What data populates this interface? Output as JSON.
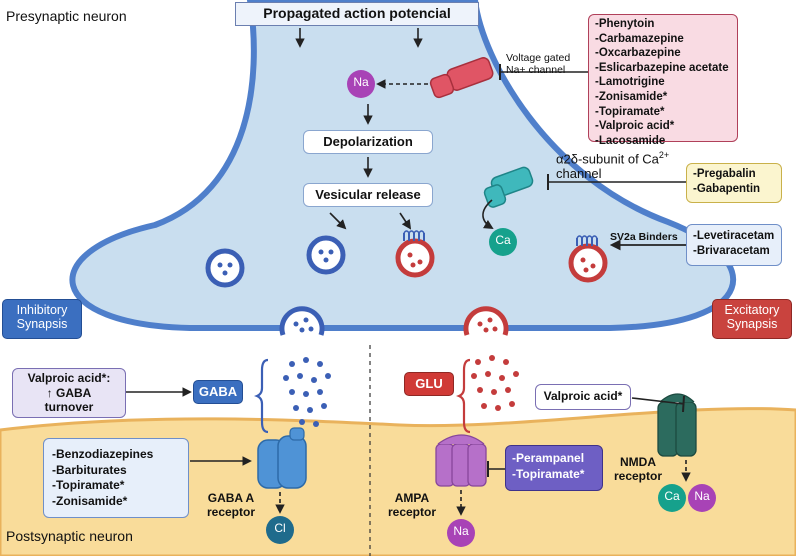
{
  "title_action": "Propagated action potencial",
  "presynaptic_label": "Presynaptic neuron",
  "postsynaptic_label": "Postsynaptic neuron",
  "vg_channel_label": [
    "Voltage gated",
    "Na+ channel"
  ],
  "na_drugs": [
    "-Phenytoin",
    "-Carbamazepine",
    "-Oxcarbazepine",
    "-Eslicarbazepine acetate",
    "-Lamotrigine",
    "-Zonisamide*",
    "-Topiramate*",
    "-Valproic acid*",
    "-Lacosamide"
  ],
  "depolarization": "Depolarization",
  "vesicular_release": "Vesicular release",
  "ca_subunit_label": {
    "prefix": "α2δ-subunit of Ca",
    "sup": "2+",
    "suffix": "channel"
  },
  "ca_drugs": [
    "-Pregabalin",
    "-Gabapentin"
  ],
  "sv2a_label": "SV2a Binders",
  "sv2a_drugs": [
    "-Levetiracetam",
    "-Brivaracetam"
  ],
  "inhibitory": [
    "Inhibitory",
    "Synapsis"
  ],
  "excitatory": [
    "Excitatory",
    "Synapsis"
  ],
  "valproic_gaba": [
    "Valproic acid*:",
    "↑ GABA",
    "turnover"
  ],
  "gaba": "GABA",
  "glu": "GLU",
  "valproic_nmda": "Valproic acid*",
  "gaba_a_drugs": [
    "-Benzodiazepines",
    "-Barbiturates",
    "-Topiramate*",
    "-Zonisamide*"
  ],
  "gaba_a_receptor": [
    "GABA A",
    "receptor"
  ],
  "ampa_drugs": [
    "-Perampanel",
    "-Topiramate*"
  ],
  "ampa_receptor": [
    "AMPA",
    "receptor"
  ],
  "nmda_receptor": [
    "NMDA",
    "receptor"
  ],
  "ions": {
    "na": "Na",
    "ca": "Ca",
    "cl": "Cl"
  },
  "colors": {
    "cytoplasm": "#c9deef",
    "membrane": "#4f7fcb",
    "postsyn_fill": "#f9dc9a",
    "inhibitory_blue": "#3b5fb5",
    "excitatory_red": "#c43c3c",
    "na_ion": "#a843b6",
    "ca_ion": "#16a18c",
    "cl_ion": "#1f6b8c",
    "gaba_receptor": "#4f93d6",
    "ampa_receptor": "#b670c9",
    "nmda_receptor": "#2c6b5e",
    "na_channel": "#e05565",
    "ca_channel": "#3fb8bc",
    "drug_box_pink": "#f9dbe3",
    "drug_box_yellow": "#fbf5cf",
    "drug_box_blue": "#e7effa",
    "drug_box_lavender": "#e8e4f5"
  }
}
